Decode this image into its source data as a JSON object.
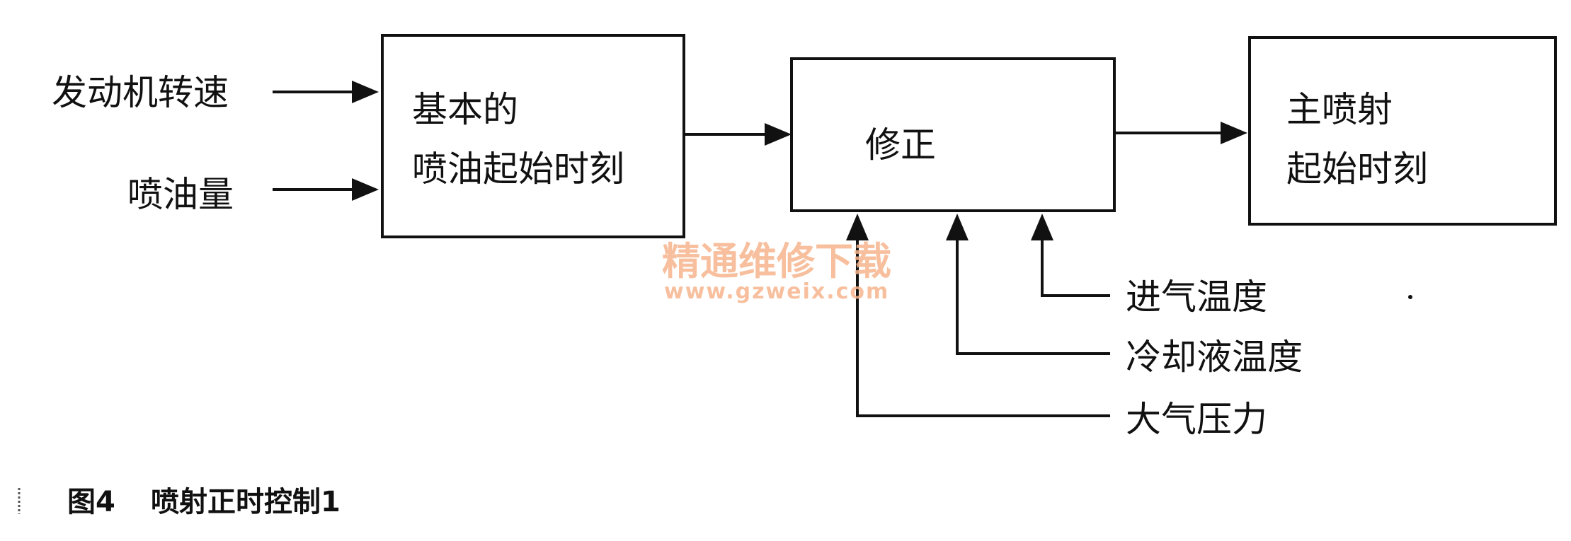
{
  "inputs": {
    "engine_speed": "发动机转速",
    "fuel_quantity": "喷油量"
  },
  "boxes": {
    "basic": {
      "line1": "基本的",
      "line2": "喷油起始时刻"
    },
    "correction": {
      "line1": "修正"
    },
    "main": {
      "line1": "主喷射",
      "line2": "起始时刻"
    }
  },
  "corrections": {
    "intake_temp": "进气温度",
    "coolant_temp": "冷却液温度",
    "atm_pressure": "大气压力"
  },
  "caption": {
    "number": "图4",
    "title": "喷射正时控制1"
  },
  "watermark": {
    "name": "精通维修下载",
    "url": "www.gzweix.com"
  }
}
